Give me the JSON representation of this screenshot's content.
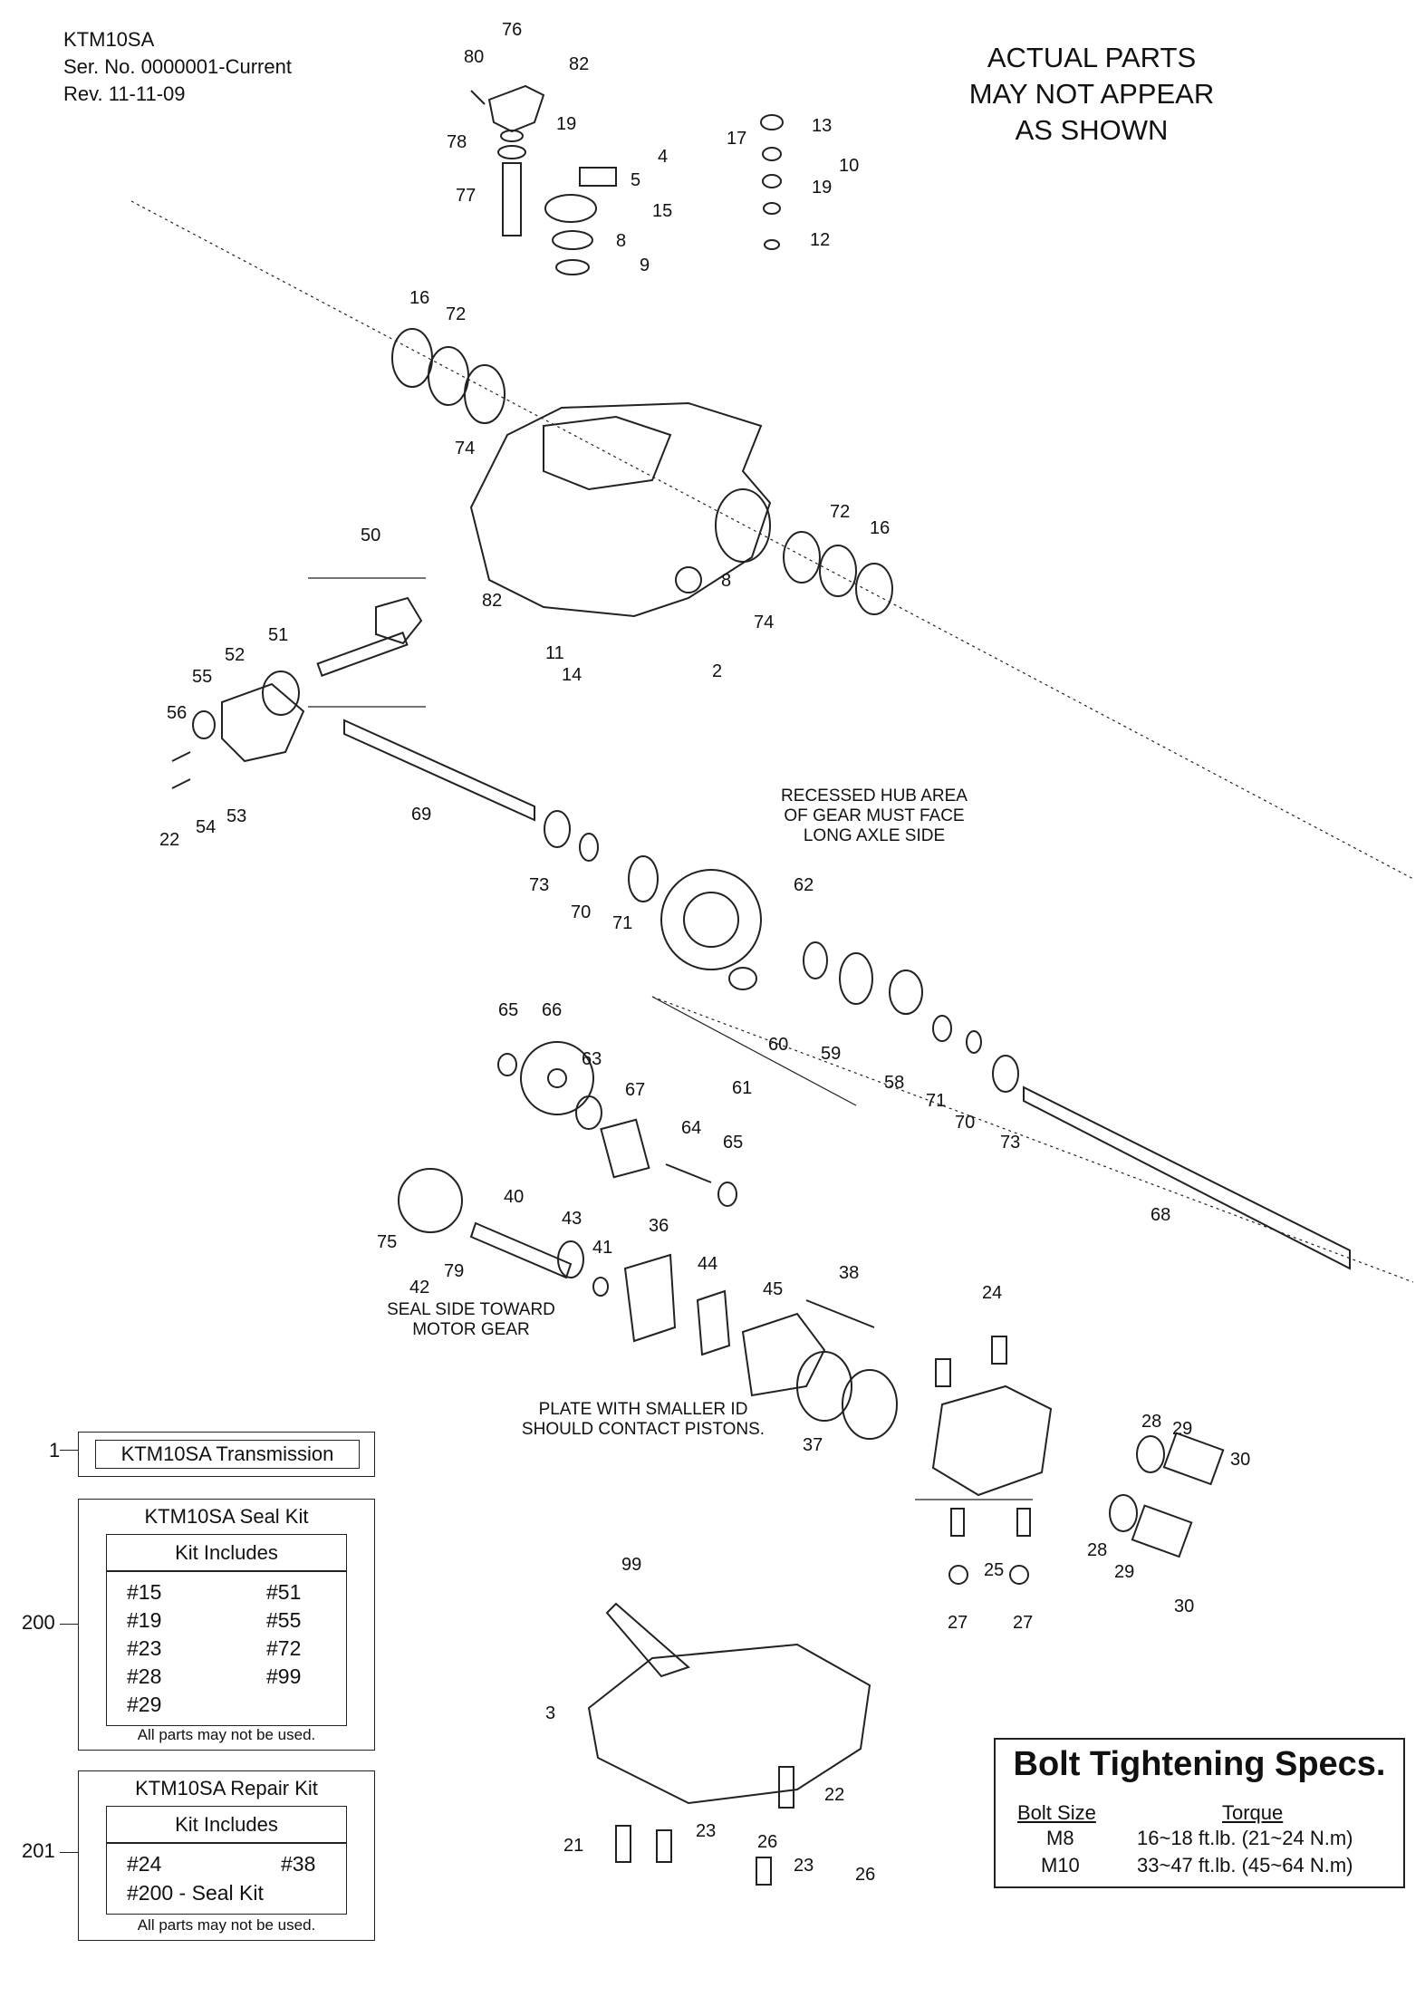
{
  "header": {
    "model": "KTM10SA",
    "serial": "Ser. No. 0000001-Current",
    "revision": "Rev. 11-11-09"
  },
  "notice": {
    "line1": "ACTUAL PARTS",
    "line2": "MAY NOT APPEAR",
    "line3": "AS SHOWN"
  },
  "callouts": {
    "recessed_hub": [
      "RECESSED HUB AREA",
      "OF GEAR MUST FACE",
      "LONG AXLE SIDE"
    ],
    "seal_side": [
      "SEAL SIDE TOWARD",
      "MOTOR GEAR"
    ],
    "plate": [
      "PLATE WITH SMALLER ID",
      "SHOULD CONTACT PISTONS."
    ]
  },
  "part_numbers": [
    "76",
    "80",
    "82",
    "19",
    "78",
    "77",
    "4",
    "5",
    "15",
    "8",
    "9",
    "17",
    "13",
    "10",
    "19",
    "12",
    "16",
    "72",
    "74",
    "50",
    "82",
    "8",
    "72",
    "16",
    "74",
    "11",
    "14",
    "2",
    "51",
    "52",
    "55",
    "56",
    "22",
    "54",
    "53",
    "69",
    "62",
    "73",
    "70",
    "71",
    "65",
    "66",
    "63",
    "67",
    "60",
    "59",
    "61",
    "58",
    "71",
    "70",
    "73",
    "64",
    "65",
    "68",
    "40",
    "43",
    "75",
    "79",
    "41",
    "36",
    "42",
    "44",
    "38",
    "45",
    "24",
    "37",
    "28",
    "29",
    "30",
    "28",
    "29",
    "30",
    "25",
    "27",
    "27",
    "99",
    "3",
    "22",
    "21",
    "23",
    "26",
    "23",
    "26"
  ],
  "kits": {
    "transmission": {
      "ref": "1",
      "label": "KTM10SA Transmission"
    },
    "seal_kit": {
      "ref": "200",
      "title": "KTM10SA Seal Kit",
      "includes_label": "Kit Includes",
      "items_left": [
        "#15",
        "#19",
        "#23",
        "#28",
        "#29"
      ],
      "items_right": [
        "#51",
        "#55",
        "#72",
        "#99"
      ],
      "note": "All parts may not be used."
    },
    "repair_kit": {
      "ref": "201",
      "title": "KTM10SA Repair Kit",
      "includes_label": "Kit Includes",
      "row1_left": "#24",
      "row1_right": "#38",
      "row2": "#200 - Seal Kit",
      "note": "All parts may not be used."
    }
  },
  "bolt_specs": {
    "title": "Bolt Tightening Specs.",
    "col_size": "Bolt Size",
    "col_torque": "Torque",
    "rows": [
      {
        "size": "M8",
        "torque": "16~18 ft.lb. (21~24 N.m)"
      },
      {
        "size": "M10",
        "torque": "33~47 ft.lb. (45~64 N.m)"
      }
    ]
  }
}
